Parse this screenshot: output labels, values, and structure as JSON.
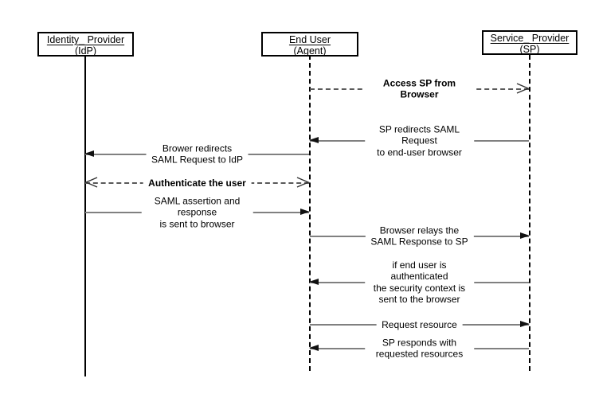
{
  "actors": [
    {
      "name": "Identity_ Provider",
      "sub": "(IdP)",
      "lifeline": "solid"
    },
    {
      "name": "End User",
      "sub": "(Agent)",
      "lifeline": "dashed"
    },
    {
      "name": "Service_ Provider",
      "sub": "(SP)",
      "lifeline": "dashed"
    }
  ],
  "messages": [
    {
      "label": "Access SP from Browser",
      "from": "End User",
      "to": "Service Provider",
      "line": "dashed",
      "arrow": "open-right",
      "bold": true
    },
    {
      "label": "SP redirects SAML Request\nto end-user browser",
      "from": "Service Provider",
      "to": "End User",
      "line": "solid",
      "arrow": "filled-left",
      "bold": false
    },
    {
      "label": "Brower redirects\nSAML Request to IdP",
      "from": "End User",
      "to": "Identity Provider",
      "line": "solid",
      "arrow": "filled-left",
      "bold": false
    },
    {
      "label": "Authenticate the user",
      "from": "Identity Provider",
      "to": "End User",
      "line": "dashed",
      "arrow": "open-both",
      "bold": true
    },
    {
      "label": "SAML assertion and response\nis sent to browser",
      "from": "Identity Provider",
      "to": "End User",
      "line": "solid",
      "arrow": "filled-right",
      "bold": false
    },
    {
      "label": "Browser relays the\nSAML Response to SP",
      "from": "End User",
      "to": "Service Provider",
      "line": "solid",
      "arrow": "filled-right",
      "bold": false
    },
    {
      "label": "if end user is authenticated\nthe security context is\nsent to the browser",
      "from": "Service Provider",
      "to": "End User",
      "line": "solid",
      "arrow": "filled-left",
      "bold": false
    },
    {
      "label": "Request resource",
      "from": "End User",
      "to": "Service Provider",
      "line": "solid",
      "arrow": "filled-right",
      "bold": false
    },
    {
      "label": "SP responds with requested resources",
      "from": "Service Provider",
      "to": "End User",
      "line": "solid",
      "arrow": "filled-left",
      "bold": false
    }
  ],
  "colors": {
    "line_solid": "#808080",
    "line_dashed": "#5a5a5a",
    "arrowhead": "#111111",
    "border": "#000000",
    "background": "#ffffff"
  }
}
